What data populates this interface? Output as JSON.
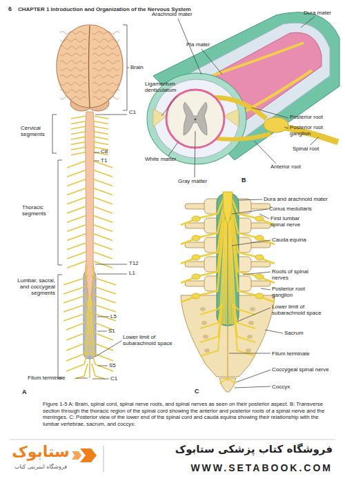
{
  "diagram": {
    "caption": "Figure 1-5 A: Brain, spinal cord, spinal nerve roots, and spinal nerves as seen on their posterior aspect. B: Transverse section through the thoracic region of the spinal cord showing the anterior and posterior roots of a spinal nerve and the meninges. C: Posterior view of the lower end of the spinal cord and cauda equina showing their relationship with the lumbar vertebrae, sacrum, and coccyx.",
    "labels": [
      "6",
      "CHAPTER 1 Introduction and Organization of the Nervous System",
      "Brain",
      "C1",
      "Cervical segments",
      "C8",
      "T1",
      "Thoracic segments",
      "T12",
      "L1",
      "Lumbar, sacral, and coccygeal segments",
      "L5",
      "S1",
      "Lower limit of subarachnoid space",
      "S5",
      "Filum terminale",
      "C1",
      "A",
      "Arachnoid mater",
      "Dura mater",
      "Pia mater",
      "Ligamentum denticulatum",
      "Posterior root",
      "Posterior root ganglion",
      "Spinal root",
      "White matter",
      "Anterior root",
      "Gray matter",
      "B",
      "Dura and arachnoid mater",
      "Conus medullaris",
      "First lumbar spinal nerve",
      "Cauda equina",
      "Roots of spinal nerves",
      "Posterior root ganglion",
      "Lower limit of subarachnoid space",
      "Sacrum",
      "Filum terminale",
      "Coccygeal spinal nerve",
      "Coccyx",
      "C",
      "ستابوک",
      "فروشگاه اینترنتی کتاب",
      "فروشگاه کتاب پزشکی ستابوک",
      "WWW.SETABOOK.COM"
    ]
  }
}
